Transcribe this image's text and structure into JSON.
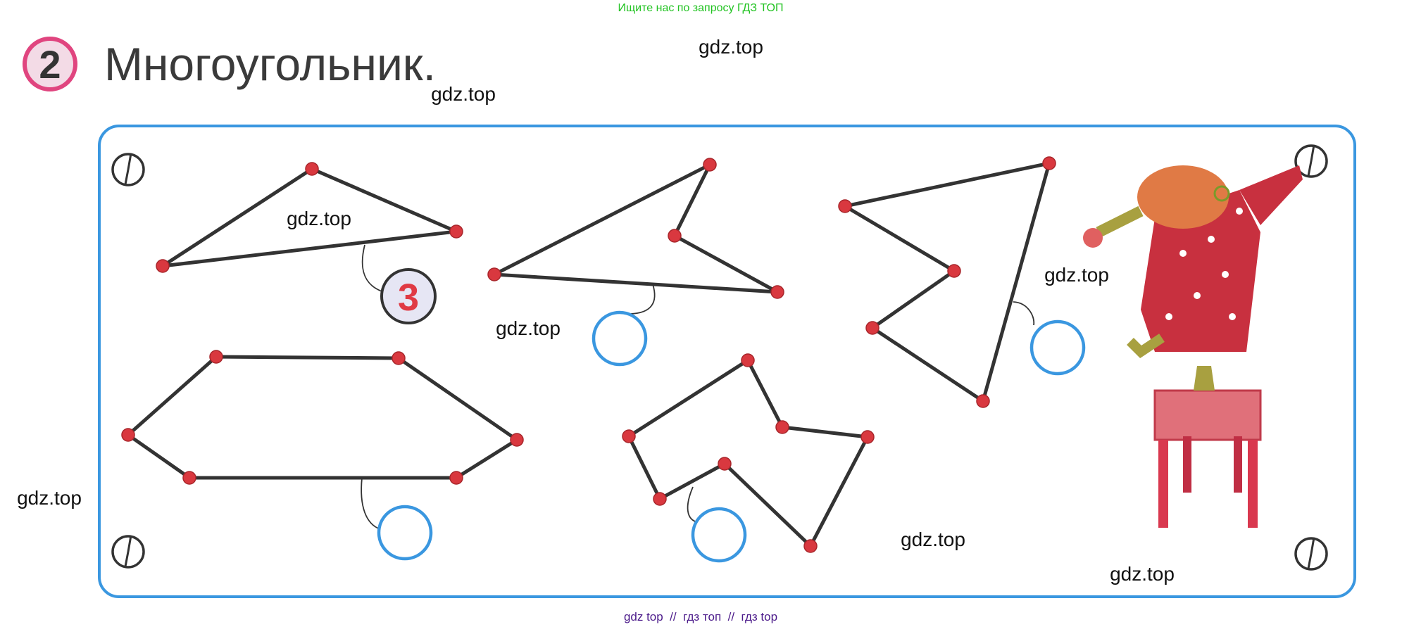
{
  "header_notice": "Ищите нас по запросу ГДЗ ТОП",
  "task": {
    "number": "2",
    "title": "Многоугольник."
  },
  "answers": {
    "triangle": "3",
    "shape2": "",
    "shape3": "",
    "hexagon": "",
    "shape5": ""
  },
  "watermarks": [
    "gdz.top",
    "gdz.top",
    "gdz.top",
    "gdz.top",
    "gdz.top",
    "gdz.top",
    "gdz.top",
    "gdz.top"
  ],
  "footer": "gdz top  //  гдз топ  //  гдз top",
  "colors": {
    "frame": "#3a97e0",
    "vertex": "#d9383f",
    "header": "#22c322",
    "footer": "#4b1a8a",
    "task_circle": "#e0457f"
  }
}
